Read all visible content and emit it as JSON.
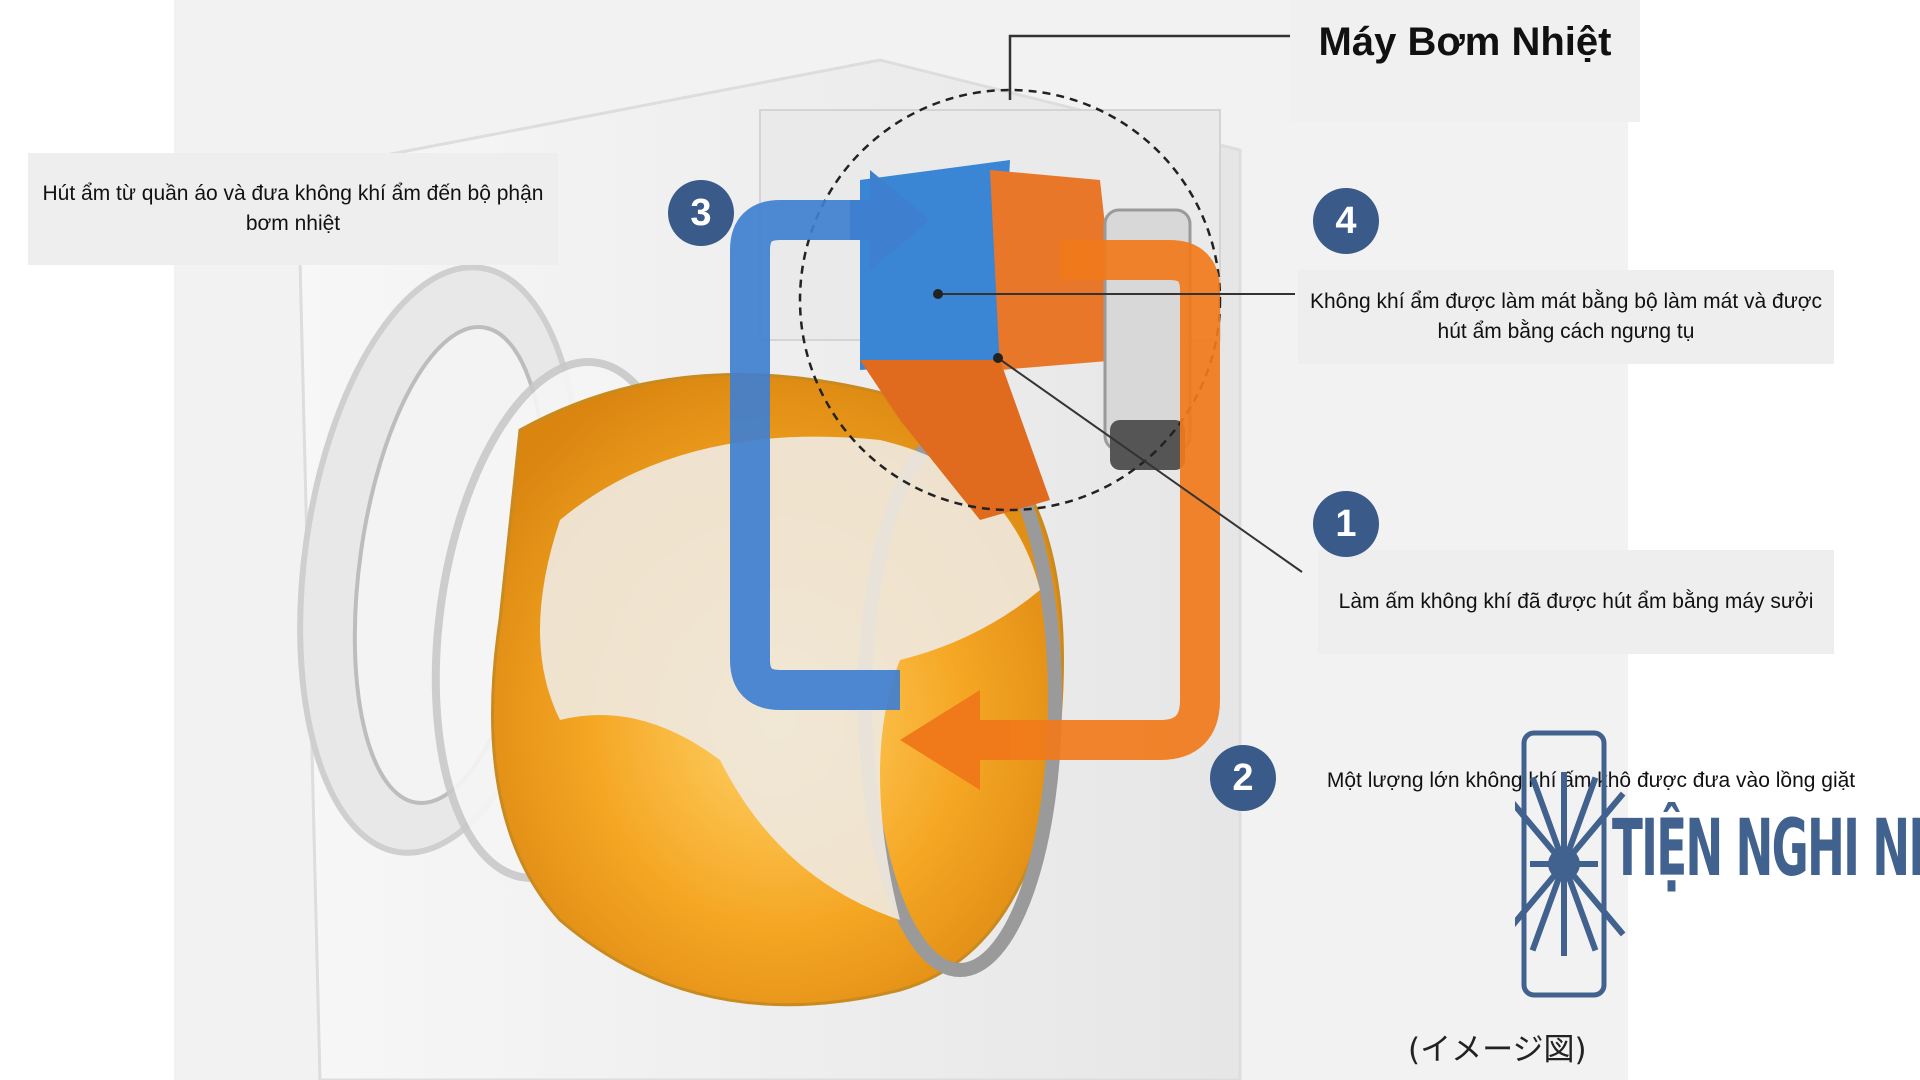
{
  "title": "Máy Bơm Nhiệt",
  "step_labels": {
    "s3": "Hút ẩm từ quần áo và đưa không khí ẩm đến bộ phận bơm nhiệt",
    "s4": "Không khí ẩm được làm mát bằng bộ làm mát và được hút ẩm bằng cách ngưng tụ",
    "s1": "Làm ấm không khí đã được hút ẩm bằng máy sưởi",
    "s2": "Một lượng lớn không khí ấm khô được đưa vào lồng giặt"
  },
  "badges": {
    "b1": "1",
    "b2": "2",
    "b3": "3",
    "b4": "4"
  },
  "logo_text": "TIỆN NGHI NHẬT",
  "caption": "(イメージ図)",
  "colors": {
    "cold_flow": "#3f7fd0",
    "warm_flow": "#f07a1a",
    "badge": "#3a5a8a",
    "logo": "#41618f",
    "drum": "#f2a51e"
  }
}
